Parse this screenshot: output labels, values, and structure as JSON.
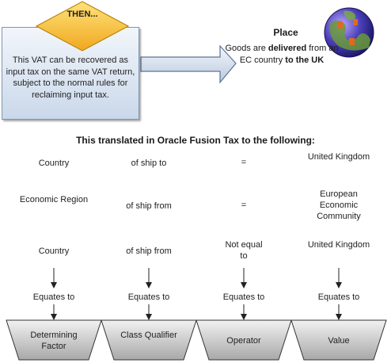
{
  "then_label": "THEN...",
  "then_text": "This VAT can be recovered as input tax on the same VAT return, subject to the normal rules for reclaiming input tax.",
  "place": {
    "title": "Place",
    "text_before": "Goods are ",
    "text_bold1": "delivered",
    "text_middle": " from an EC country ",
    "text_bold2": "to the UK"
  },
  "heading": "This translated in Oracle Fusion Tax to the following:",
  "rows": [
    [
      "Country",
      "of ship to",
      "=",
      "United Kingdom"
    ],
    [
      "Economic Region",
      "of ship from",
      "=",
      "European Economic Community"
    ],
    [
      "Country",
      "of ship from",
      "Not equal to",
      "United Kingdom"
    ]
  ],
  "equates_label": "Equates to",
  "columns": [
    "Determining Factor",
    "Class Qualifier",
    "Operator",
    "Value"
  ],
  "colors": {
    "diamond": "#f6c23a",
    "box_fill": "#dbe5f1",
    "trapezoid_fill": "#c7c7c7"
  },
  "icons": [
    "globe-icon"
  ]
}
